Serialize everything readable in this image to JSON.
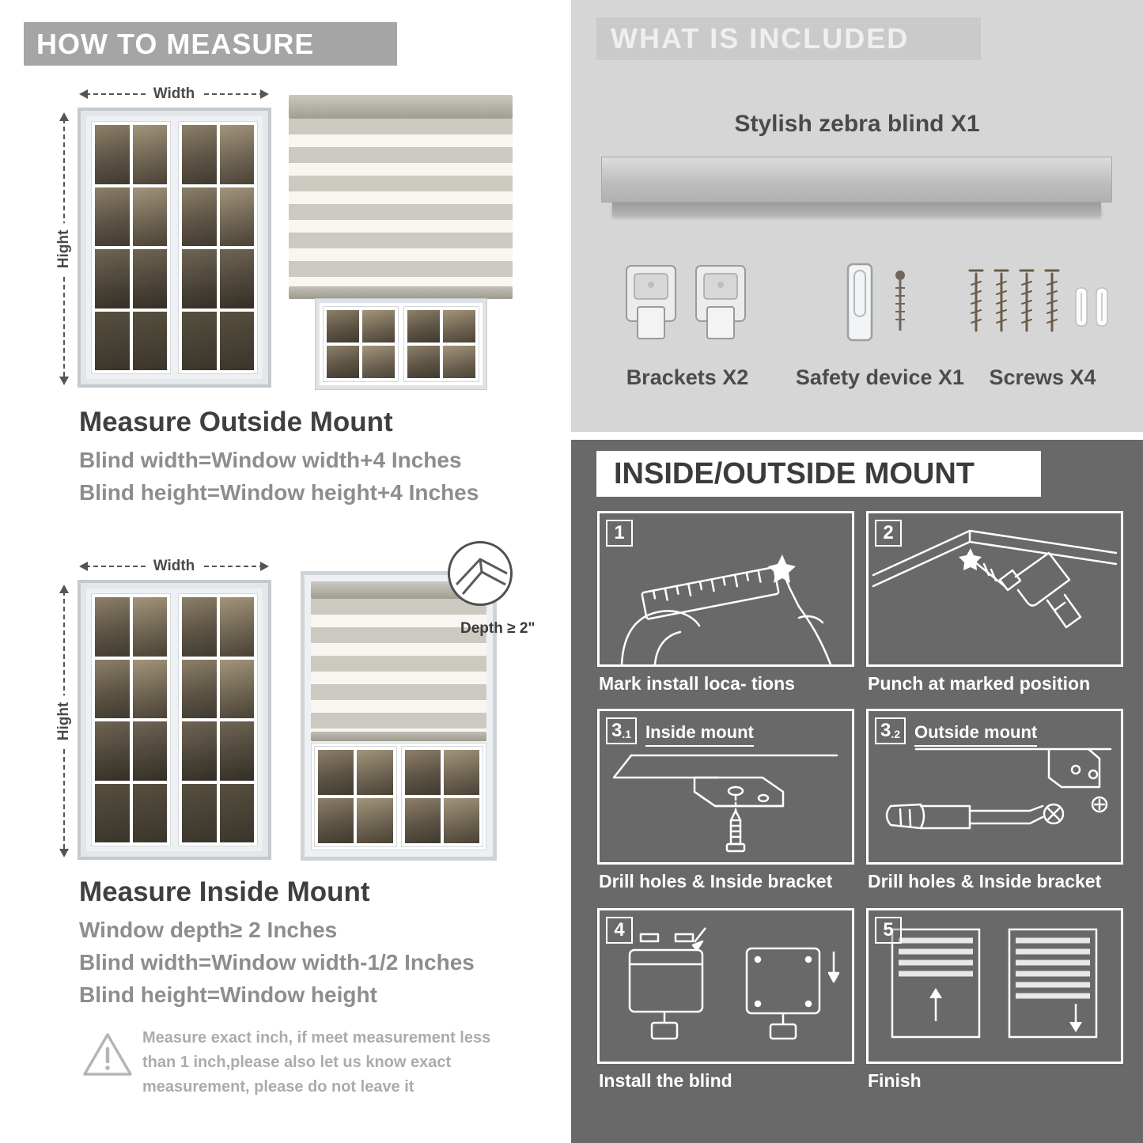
{
  "colors": {
    "banner_gray": "#a5a5a5",
    "heading": "#3f3f3f",
    "body_gray": "#8d8d8d",
    "included_bg": "#d6d6d6",
    "dark_bg": "#696969"
  },
  "measure": {
    "header": "HOW TO MEASURE",
    "width_label": "Width",
    "height_label": "Hight",
    "outside": {
      "title": "Measure Outside Mount",
      "lines": [
        "Blind width=Window width+4 Inches",
        "Blind height=Window height+4 Inches"
      ]
    },
    "inside": {
      "depth_callout": "Depth ≥ 2\"",
      "title": "Measure Inside Mount",
      "lines": [
        "Window depth≥ 2 Inches",
        "Blind width=Window width-1/2 Inches",
        "Blind height=Window height"
      ]
    },
    "warning": {
      "icon": "warning-triangle-icon",
      "lines": [
        "Measure exact inch, if meet measurement less",
        "than 1 inch,please also let us know exact",
        "measurement, please do not leave it"
      ]
    }
  },
  "included": {
    "header": "WHAT IS INCLUDED",
    "product": "Stylish zebra blind X1",
    "items": [
      {
        "icon": "brackets-icon",
        "label": "Brackets X2"
      },
      {
        "icon": "safety-device-icon",
        "label": "Safety device X1"
      },
      {
        "icon": "screws-icon",
        "label": "Screws X4"
      }
    ]
  },
  "mount": {
    "header": "INSIDE/OUTSIDE MOUNT",
    "steps": [
      {
        "num": "1",
        "caption": "Mark install loca- tions"
      },
      {
        "num": "2",
        "caption": "Punch at  marked position"
      },
      {
        "num": "3",
        "sub": ".1",
        "label": "Inside mount",
        "caption": "Drill holes &  Inside bracket"
      },
      {
        "num": "3",
        "sub": ".2",
        "label": "Outside mount",
        "caption": "Drill holes &  Inside bracket"
      },
      {
        "num": "4",
        "caption": "Install the blind"
      },
      {
        "num": "5",
        "caption": "Finish"
      }
    ]
  }
}
